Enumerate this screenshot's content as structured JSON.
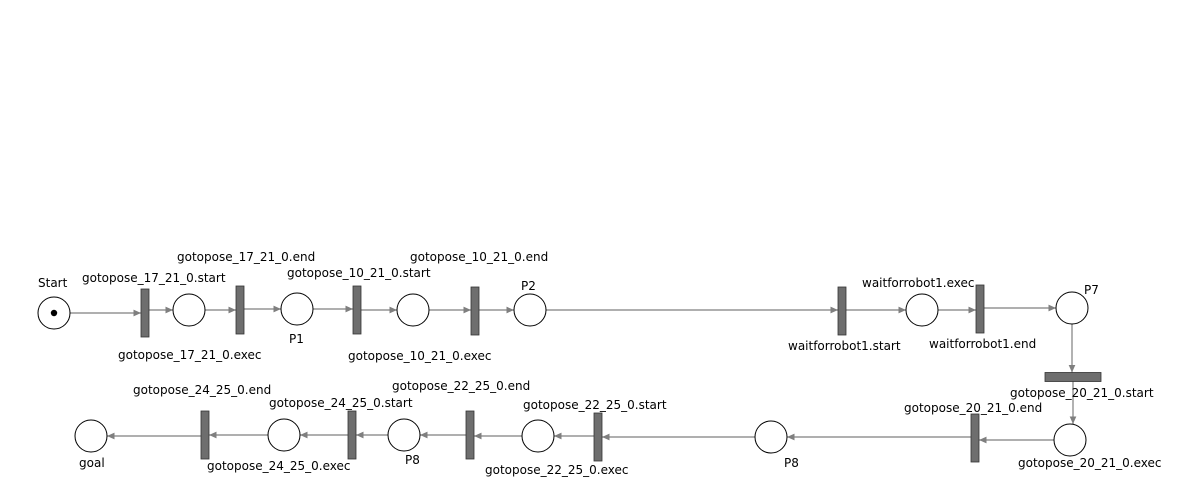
{
  "diagram": {
    "type": "petri-net",
    "colors": {
      "stroke": "#000000",
      "arc": "#7f7f7f",
      "transition": "#6e6e6e",
      "background": "#ffffff"
    },
    "places": [
      {
        "id": "start",
        "label": "Start",
        "tokens": 1
      },
      {
        "id": "p_a",
        "label": ""
      },
      {
        "id": "p1",
        "label": "P1"
      },
      {
        "id": "p_b",
        "label": ""
      },
      {
        "id": "p2",
        "label": "P2"
      },
      {
        "id": "p_c",
        "label": ""
      },
      {
        "id": "p7",
        "label": "P7"
      },
      {
        "id": "p_d",
        "label": "gotopose_20_21_0.exec"
      },
      {
        "id": "p8a",
        "label": "P8"
      },
      {
        "id": "p_e",
        "label": "gotopose_22_25_0.exec"
      },
      {
        "id": "p8b",
        "label": "P8"
      },
      {
        "id": "p_f",
        "label": ""
      },
      {
        "id": "goal",
        "label": "goal"
      }
    ],
    "transitions": [
      {
        "id": "t1",
        "label": "gotopose_17_21_0.start"
      },
      {
        "id": "t2",
        "label": "gotopose_17_21_0.end"
      },
      {
        "id": "t3",
        "label": "gotopose_10_21_0.start"
      },
      {
        "id": "t4",
        "label": "gotopose_10_21_0.end"
      },
      {
        "id": "t5",
        "label": "waitforrobot1.start"
      },
      {
        "id": "t6",
        "label": "waitforrobot1.end"
      },
      {
        "id": "t7",
        "label": "gotopose_20_21_0.start"
      },
      {
        "id": "t8",
        "label": "gotopose_20_21_0.end"
      },
      {
        "id": "t9",
        "label": "gotopose_22_25_0.start"
      },
      {
        "id": "t10",
        "label": "gotopose_22_25_0.end"
      },
      {
        "id": "t11",
        "label": "gotopose_24_25_0.start"
      },
      {
        "id": "t12",
        "label": "gotopose_24_25_0.end"
      }
    ],
    "place_exec_labels": {
      "p_a": "gotopose_17_21_0.exec",
      "p_b": "gotopose_10_21_0.exec",
      "p_c": "waitforrobot1.exec",
      "p_f": "gotopose_24_25_0.exec"
    },
    "arcs": [
      [
        "start",
        "t1"
      ],
      [
        "t1",
        "p_a"
      ],
      [
        "p_a",
        "t2"
      ],
      [
        "t2",
        "p1"
      ],
      [
        "p1",
        "t3"
      ],
      [
        "t3",
        "p_b"
      ],
      [
        "p_b",
        "t4"
      ],
      [
        "t4",
        "p2"
      ],
      [
        "p2",
        "t5"
      ],
      [
        "t5",
        "p_c"
      ],
      [
        "p_c",
        "t6"
      ],
      [
        "t6",
        "p7"
      ],
      [
        "p7",
        "t7"
      ],
      [
        "t7",
        "p_d"
      ],
      [
        "p_d",
        "t8"
      ],
      [
        "t8",
        "p8a"
      ],
      [
        "p8a",
        "t9"
      ],
      [
        "t9",
        "p_e"
      ],
      [
        "p_e",
        "t10"
      ],
      [
        "t10",
        "p8b"
      ],
      [
        "p8b",
        "t11"
      ],
      [
        "t11",
        "p_f"
      ],
      [
        "p_f",
        "t12"
      ],
      [
        "t12",
        "goal"
      ]
    ]
  }
}
